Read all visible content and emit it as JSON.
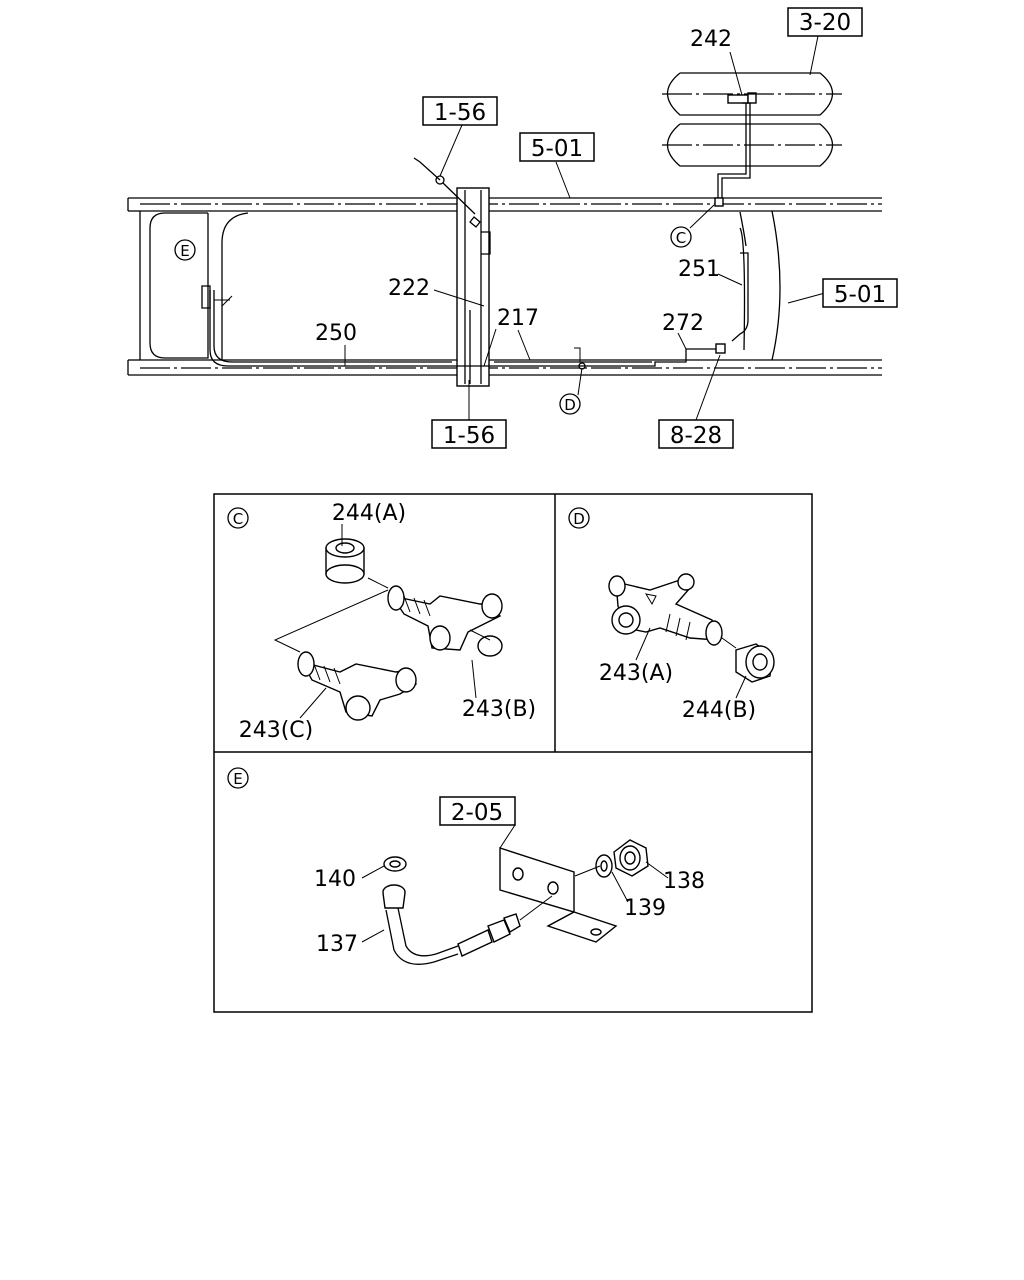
{
  "ref_boxes": {
    "r320": "3-20",
    "r156_top": "1-56",
    "r501_top": "5-01",
    "r501_right": "5-01",
    "r156_bottom": "1-56",
    "r828": "8-28",
    "r205": "2-05"
  },
  "part_labels": {
    "p242": "242",
    "p222": "222",
    "p217": "217",
    "p250": "250",
    "p251": "251",
    "p272": "272",
    "p244a": "244(A)",
    "p243b": "243(B)",
    "p243c": "243(C)",
    "p243a": "243(A)",
    "p244b": "244(B)",
    "p140": "140",
    "p137": "137",
    "p138": "138",
    "p139": "139"
  },
  "detail_markers": {
    "c": "C",
    "d": "D",
    "e": "E"
  }
}
